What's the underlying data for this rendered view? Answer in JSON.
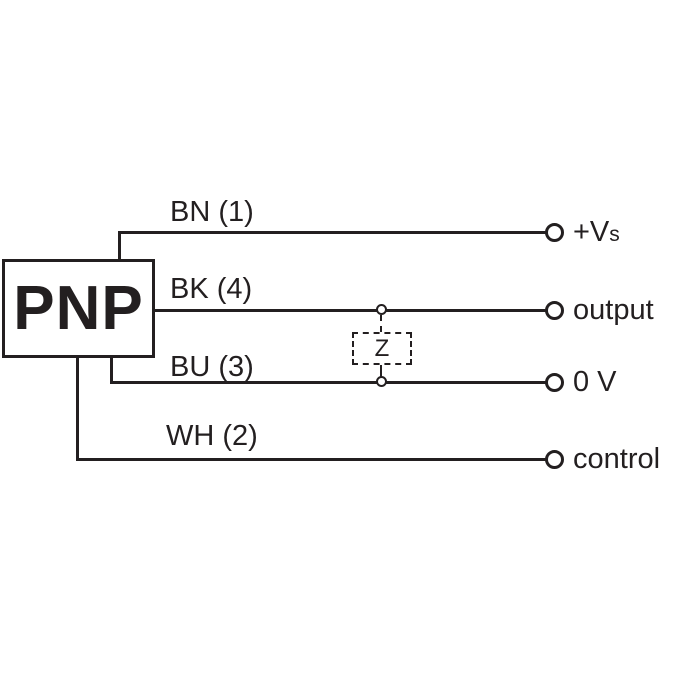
{
  "diagram": {
    "device_label": "PNP",
    "impedance_label": "Z",
    "wires": [
      {
        "name": "BN (1)",
        "terminal": "+V",
        "terminal_sub": "s"
      },
      {
        "name": "BK (4)",
        "terminal": "output"
      },
      {
        "name": "BU (3)",
        "terminal": "0 V"
      },
      {
        "name": "WH (2)",
        "terminal": "control"
      }
    ]
  },
  "colors": {
    "line": "#231f20",
    "background": "#ffffff"
  }
}
